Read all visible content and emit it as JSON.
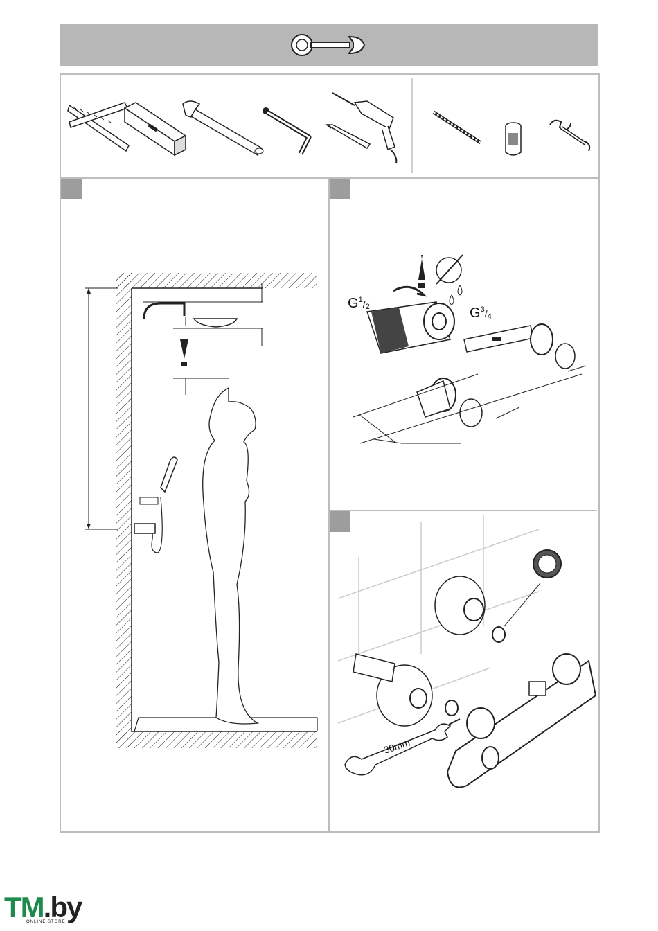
{
  "header": {
    "icon": "wrench-icon"
  },
  "tools": {
    "general": [
      "folding-rule-icon",
      "spirit-level-icon",
      "adjustable-wrench-icon",
      "hex-key-icon",
      "pencil-icon",
      "drill-icon"
    ],
    "included": [
      "threaded-rod-icon",
      "socket-adapter-icon",
      "open-end-wrench-icon"
    ]
  },
  "step_b": {
    "thread_left": "G",
    "thread_left_num": "1",
    "thread_left_den": "2",
    "thread_right": "G",
    "thread_right_num": "3",
    "thread_right_den": "4"
  },
  "step_c": {
    "wrench_size": "30mm"
  },
  "logo": {
    "brand_main": "TM",
    "brand_suffix": ".by",
    "tagline": "ONLINE STORE"
  },
  "colors": {
    "header_gray": "#b7b7b7",
    "frame_gray": "#bdbdbd",
    "tab_gray": "#9d9d9d",
    "logo_green": "#1e8a4c"
  }
}
